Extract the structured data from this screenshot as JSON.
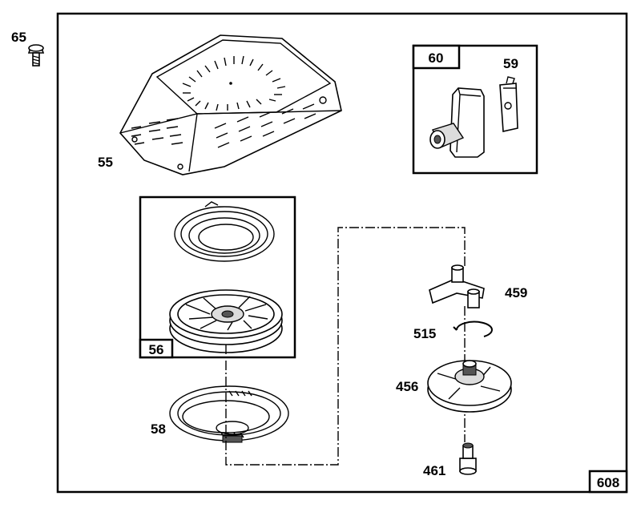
{
  "diagram": {
    "assembly_number": "608",
    "parts": [
      {
        "id": "p65",
        "label": "65"
      },
      {
        "id": "p55",
        "label": "55"
      },
      {
        "id": "p60",
        "label": "60"
      },
      {
        "id": "p59",
        "label": "59"
      },
      {
        "id": "p56",
        "label": "56"
      },
      {
        "id": "p58",
        "label": "58"
      },
      {
        "id": "p459",
        "label": "459"
      },
      {
        "id": "p515",
        "label": "515"
      },
      {
        "id": "p456",
        "label": "456"
      },
      {
        "id": "p461",
        "label": "461"
      }
    ]
  }
}
